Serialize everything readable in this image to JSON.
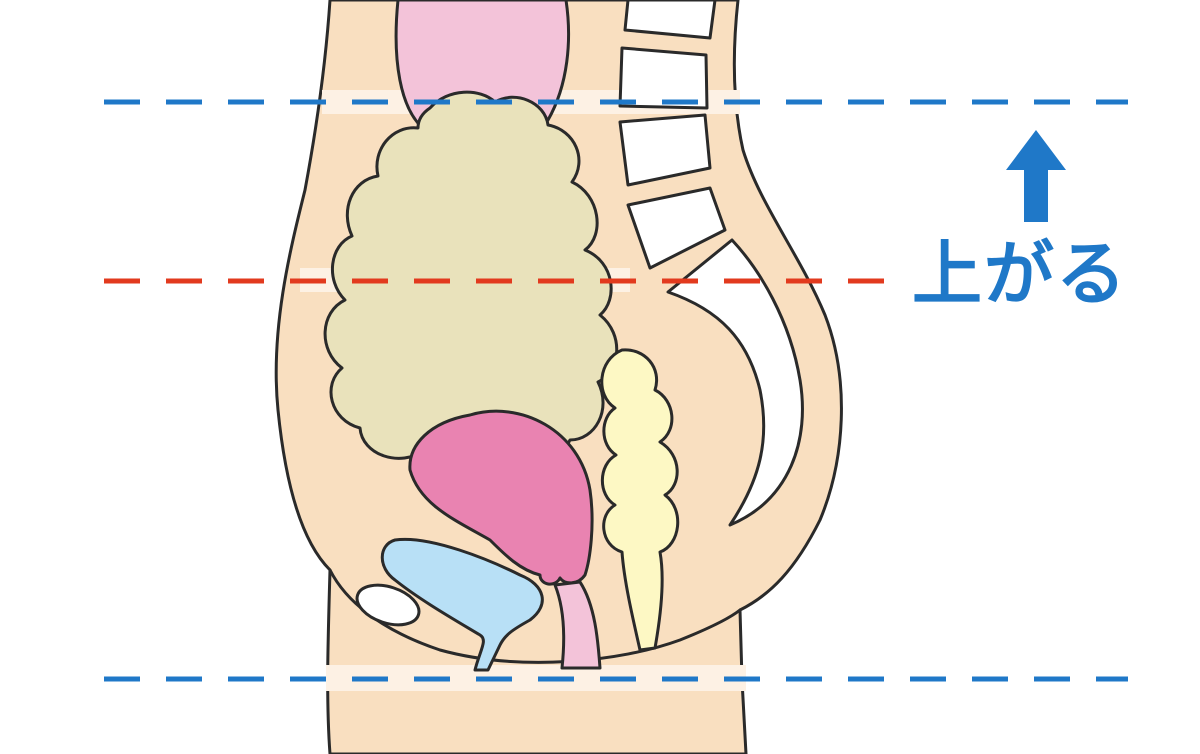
{
  "annotation": {
    "label": "上がる",
    "direction": "up"
  },
  "colors": {
    "background": "#ffffff",
    "skin": "#f9dfc0",
    "band": "#fdf1e4",
    "outline": "#2a2a2a",
    "blue": "#1f78c8",
    "red": "#e23a1e",
    "stomach_pink": "#f3c3d9",
    "intestine": "#e9e2bb",
    "uterus": "#e983b1",
    "bladder": "#b8e0f6",
    "colon": "#fdf8c4",
    "vertebra": "#ffffff"
  },
  "guide_lines": [
    {
      "name": "upper-blue",
      "color": "blue"
    },
    {
      "name": "middle-red",
      "color": "red"
    },
    {
      "name": "lower-blue",
      "color": "blue"
    }
  ]
}
